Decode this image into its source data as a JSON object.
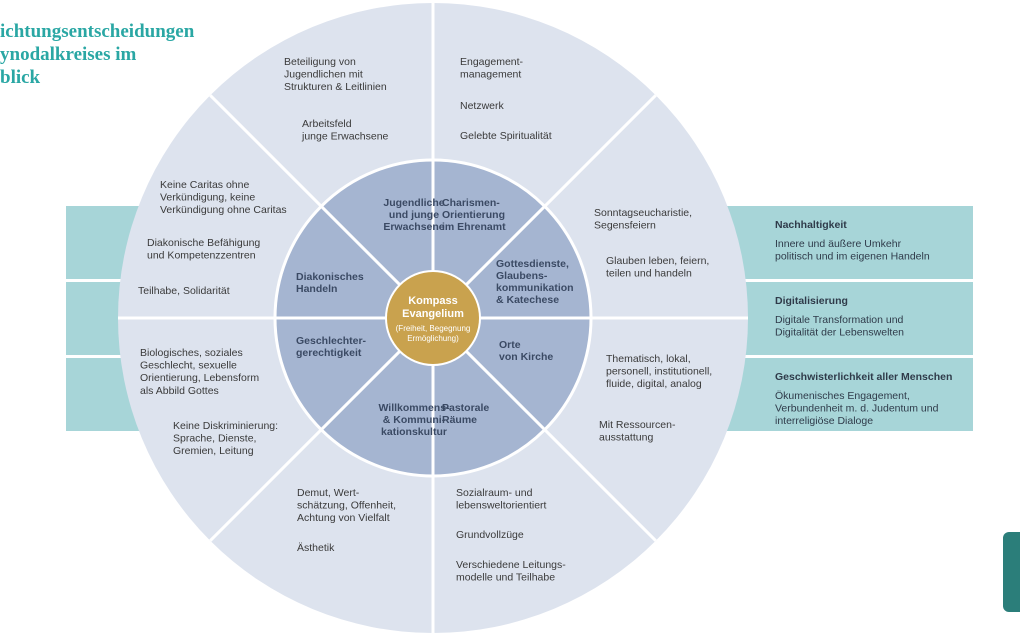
{
  "title_lines": [
    "ichtungsentscheidungen",
    "ynodalkreises im",
    "blick"
  ],
  "center": {
    "title_lines": [
      "Kompass",
      "Evangelium"
    ],
    "sub_lines": [
      "(Freiheit, Begegnung",
      "Ermöglichung)"
    ]
  },
  "segments": [
    {
      "inner": [
        "Jugendliche",
        "und junge",
        "Erwachsene"
      ],
      "outer": [
        [
          "Beteiligung von",
          "Jugendlichen mit",
          "Strukturen & Leitlinien"
        ],
        [
          "Arbeitsfeld",
          "junge Erwachsene"
        ]
      ]
    },
    {
      "inner": [
        "Charismen-",
        "Orientierung",
        "im Ehrenamt"
      ],
      "outer": [
        [
          "Engagement-",
          "management"
        ],
        [
          "Netzwerk"
        ],
        [
          "Gelebte Spiritualität"
        ]
      ]
    },
    {
      "inner": [
        "Gottesdienste,",
        "Glaubens-",
        "kommunikation",
        "& Katechese"
      ],
      "outer": [
        [
          "Sonntagseucharistie,",
          "Segensfeiern"
        ],
        [
          "Glauben leben, feiern,",
          "teilen und handeln"
        ]
      ]
    },
    {
      "inner": [
        "Orte",
        "von Kirche"
      ],
      "outer": [
        [
          "Thematisch, lokal,",
          "personell, institutionell,",
          "fluide, digital, analog"
        ],
        [
          "Mit Ressourcen-",
          "ausstattung"
        ]
      ]
    },
    {
      "inner": [
        "Pastorale",
        "Räume"
      ],
      "outer": [
        [
          "Sozialraum- und",
          "lebensweltorientiert"
        ],
        [
          "Grundvollzüge"
        ],
        [
          "Verschiedene Leitungs-",
          "modelle und Teilhabe"
        ]
      ]
    },
    {
      "inner": [
        "Willkommens-",
        "& Kommuni-",
        "kationskultur"
      ],
      "outer": [
        [
          "Demut, Wert-",
          "schätzung, Offenheit,",
          "Achtung von Vielfalt"
        ],
        [
          "Ästhetik"
        ]
      ]
    },
    {
      "inner": [
        "Geschlechter-",
        "gerechtigkeit"
      ],
      "outer": [
        [
          "Biologisches, soziales",
          "Geschlecht, sexuelle",
          "Orientierung, Lebensform",
          "als Abbild Gottes"
        ],
        [
          "Keine Diskriminierung:",
          "Sprache, Dienste,",
          "Gremien, Leitung"
        ]
      ]
    },
    {
      "inner": [
        "Diakonisches",
        "Handeln"
      ],
      "outer": [
        [
          "Keine Caritas ohne",
          "Verkündigung, keine",
          "Verkündigung ohne Caritas"
        ],
        [
          "Diakonische Befähigung",
          "und Kompetenzzentren"
        ],
        [
          "Teilhabe, Solidarität"
        ]
      ]
    }
  ],
  "side_boxes": [
    {
      "title": "Nachhaltigkeit",
      "lines": [
        "Innere und äußere Umkehr",
        "politisch und im eigenen Handeln"
      ]
    },
    {
      "title": "Digitalisierung",
      "lines": [
        "Digitale Transformation und",
        "Digitalität der Lebenswelten"
      ]
    },
    {
      "title": "Geschwisterlichkeit aller Menschen",
      "lines": [
        "Ökumenisches Engagement,",
        "Verbundenheit m. d. Judentum und",
        "interreligiöse Dialoge"
      ]
    }
  ],
  "colors": {
    "title": "#2aa7a4",
    "outer_ring": "#dde3ee",
    "inner_ring": "#a5b5d1",
    "center": "#c9a24e",
    "side_box": "#a7d5d8",
    "divider": "#ffffff"
  }
}
